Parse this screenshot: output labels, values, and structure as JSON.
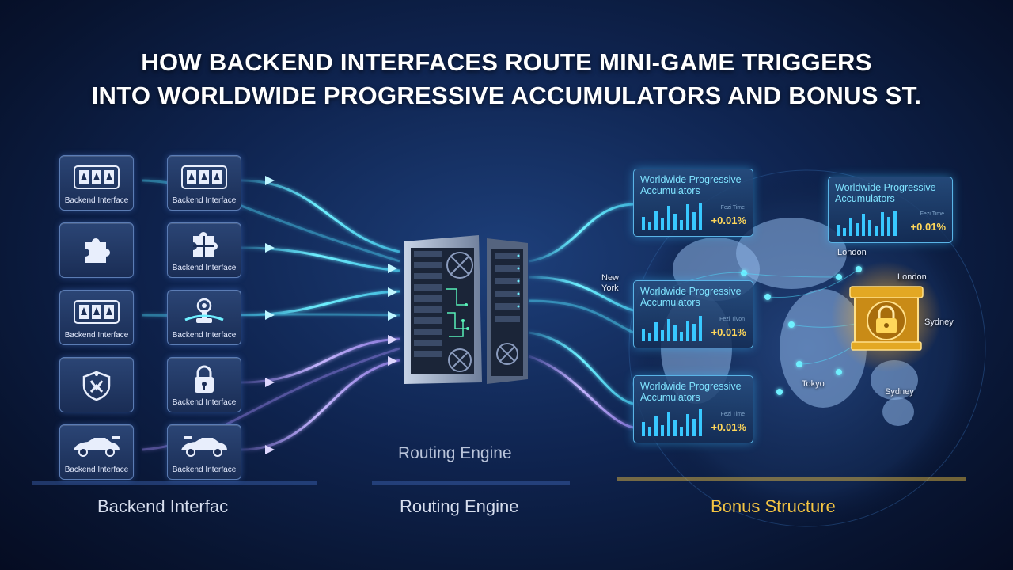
{
  "title": {
    "line1": "HOW BACKEND INTERFACES ROUTE MINI-GAME TRIGGERS",
    "line2": "INTO WORLDWIDE PROGRESSIVE ACCUMULATORS AND BONUS ST."
  },
  "backend": {
    "left_column": [
      {
        "icon": "slot-reels-icon",
        "label": "Backend Interface"
      },
      {
        "icon": "puzzle-piece-icon",
        "label": ""
      },
      {
        "icon": "slot-reels-icon",
        "label": "Backend Interface"
      },
      {
        "icon": "shield-emblem-icon",
        "label": ""
      },
      {
        "icon": "race-car-icon",
        "label": "Backend Interface"
      }
    ],
    "right_column": [
      {
        "icon": "slot-reels-icon",
        "label": "Backend Interface"
      },
      {
        "icon": "puzzle-piece-icon",
        "label": "Backend Interface"
      },
      {
        "icon": "joystick-icon",
        "label": "Backend Interface"
      },
      {
        "icon": "padlock-icon",
        "label": "Backend Interface"
      },
      {
        "icon": "race-car-icon",
        "label": "Backend Interface"
      }
    ]
  },
  "routing": {
    "server_icon": "server-rack-icon",
    "label_upper": "Routing Engine"
  },
  "accumulators": [
    {
      "heading": "Worldwide Progressive Accumulators",
      "tiny": "Fezi Time",
      "change": "+0.01%"
    },
    {
      "heading": "Worldwide Progressive Accumulators",
      "tiny": "Fezi Time",
      "change": "+0.01%"
    },
    {
      "heading": "Worldwide Progressive Accumulators",
      "tiny": "Fezi Tivon",
      "change": "+0.01%"
    },
    {
      "heading": "Worldwide Progressive Accumulators",
      "tiny": "Fezi Time",
      "change": "+0.01%"
    }
  ],
  "cities": {
    "new_york": "New York",
    "london_1": "London",
    "london_2": "London",
    "sydney_1": "Sydney",
    "tokyo": "Tokyo",
    "sydney_2": "Sydney"
  },
  "bonus": {
    "vault_icon": "gold-vault-padlock-icon"
  },
  "footer": {
    "backend": "Backend Interfac",
    "routing": "Routing Engine",
    "bonus": "Bonus Structure"
  },
  "colors": {
    "cyan_flow": "#4fe0ff",
    "violet_flow": "#a78bfa",
    "gold": "#f5c542",
    "accent_text": "#7fe3ff"
  }
}
